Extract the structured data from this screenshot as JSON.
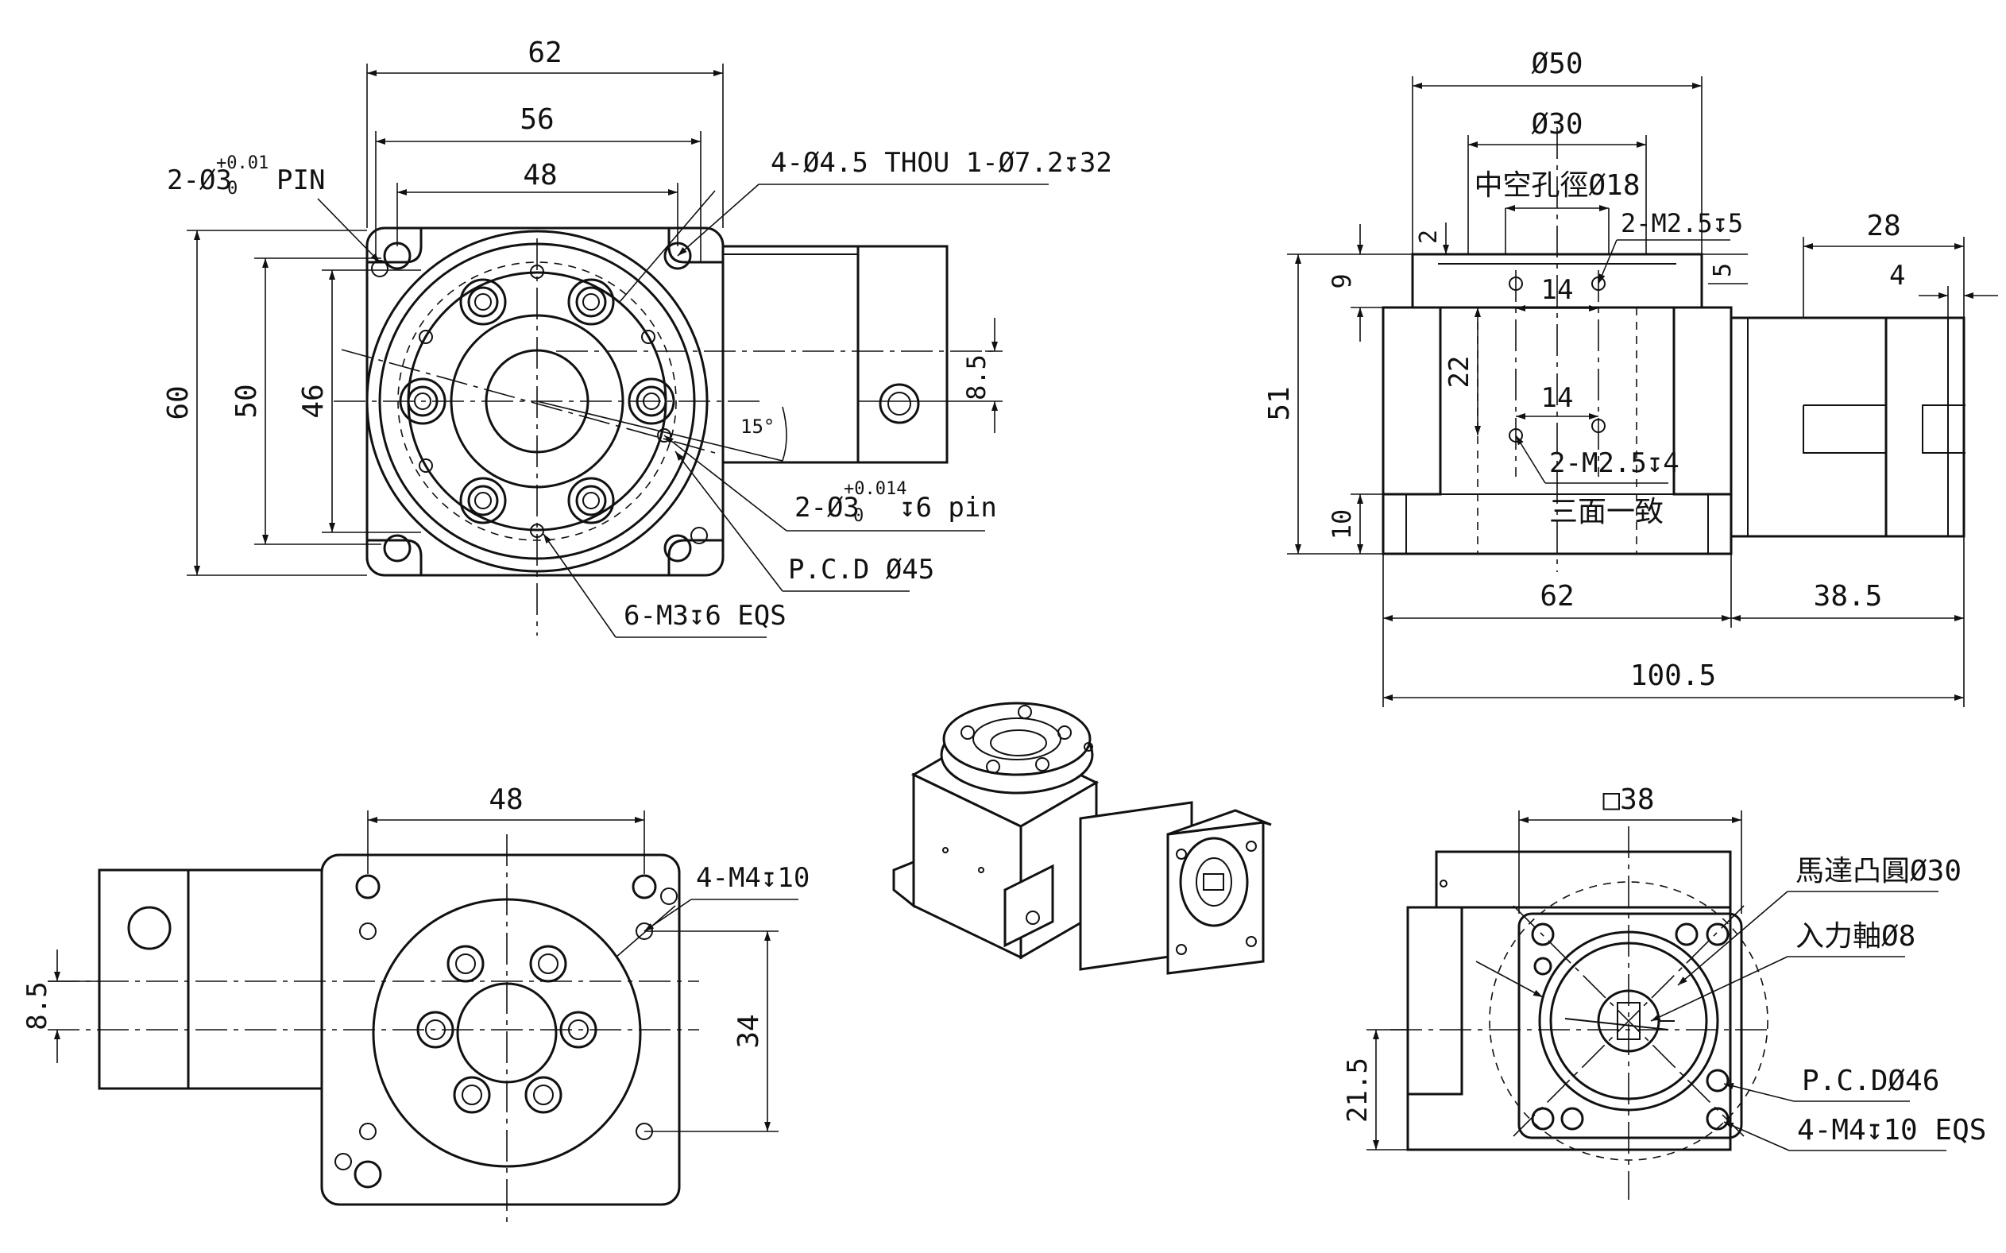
{
  "drawing": {
    "front_view": {
      "dim_62": "62",
      "dim_56": "56",
      "dim_48": "48",
      "dim_60": "60",
      "dim_50": "50",
      "dim_46": "46",
      "dim_8_5": "8.5",
      "angle_15": "15°",
      "pin_note_main": "2-Ø3",
      "pin_note_tol_upper": "+0.01",
      "pin_note_tol_lower": "0",
      "pin_note_suffix": "PIN",
      "thru_note": "4-Ø4.5 THOU 1-Ø7.2↧32",
      "pin2_main": "2-Ø3",
      "pin2_tol_upper": "+0.014",
      "pin2_tol_lower": "0",
      "pin2_suffix": "↧6 pin",
      "pcd_note": "P.C.D Ø45",
      "tap_note": "6-M3↧6 EQS"
    },
    "side_view": {
      "dim_50": "Ø50",
      "dim_30": "Ø30",
      "hollow_note": "中空孔徑Ø18",
      "dim_2": "2",
      "tap_top": "2-M2.5↧5",
      "dim_28": "28",
      "dim_4": "4",
      "dim_9": "9",
      "dim_14_top": "14",
      "dim_5": "5",
      "dim_51": "51",
      "dim_22": "22",
      "dim_14_mid": "14",
      "tap_mid": "2-M2.5↧4",
      "same_three": "三面一致",
      "dim_10": "10",
      "dim_62": "62",
      "dim_38_5": "38.5",
      "dim_100_5": "100.5"
    },
    "bottom_view": {
      "dim_48": "48",
      "tap_note": "4-M4↧10",
      "dim_8_5": "8.5",
      "dim_34": "34"
    },
    "motor_view": {
      "square_38": "□38",
      "motor_boss": "馬達凸圓Ø30",
      "input_shaft": "入力軸Ø8",
      "pcd_note": "P.C.DØ46",
      "tap_note": "4-M4↧10 EQS",
      "dim_21_5": "21.5"
    }
  }
}
